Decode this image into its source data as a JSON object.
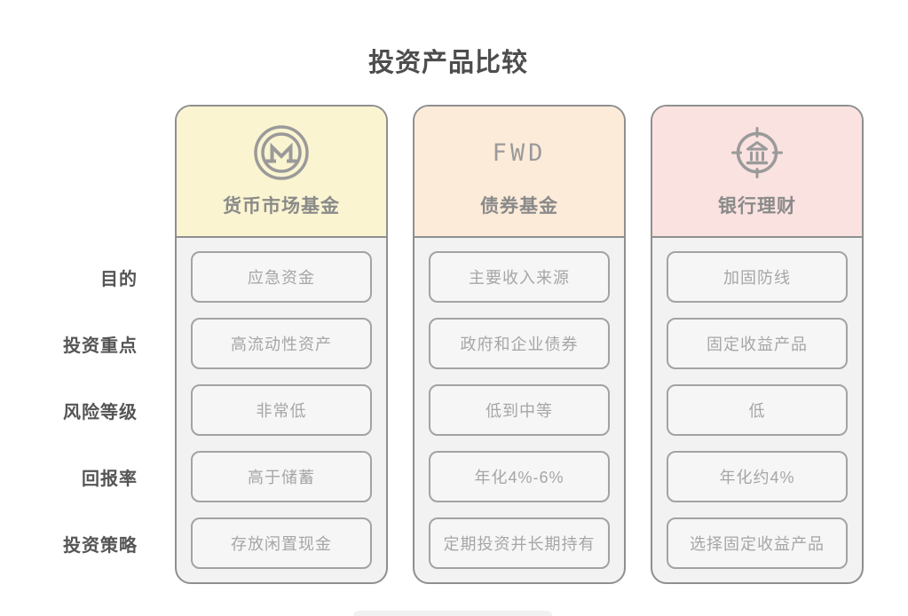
{
  "title": "投资产品比较",
  "row_labels": [
    "目的",
    "投资重点",
    "风险等级",
    "回报率",
    "投资策略"
  ],
  "products": [
    {
      "name": "货币市场基金",
      "icon": "monero-circle-m-icon",
      "header_color": "#faf4d0",
      "cells": [
        "应急资金",
        "高流动性资产",
        "非常低",
        "高于储蓄",
        "存放闲置现金"
      ]
    },
    {
      "name": "债券基金",
      "icon": "fwd-logo-text",
      "icon_text": "FWD",
      "header_color": "#fcebd9",
      "cells": [
        "主要收入来源",
        "政府和企业债券",
        "低到中等",
        "年化4%-6%",
        "定期投资并长期持有"
      ]
    },
    {
      "name": "银行理财",
      "icon": "bank-target-icon",
      "header_color": "#fae2e0",
      "cells": [
        "加固防线",
        "固定收益产品",
        "低",
        "年化约4%",
        "选择固定收益产品"
      ]
    }
  ],
  "colors": {
    "card_border": "#8f8f8f",
    "cell_border": "#a3a3a3",
    "body_bg": "#f2f2f2",
    "cell_bg": "#f6f6f6",
    "title_text": "#4d4d4d",
    "row_label_text": "#555555",
    "column_title_text": "#8a8a8a",
    "cell_text": "#a6a6a6",
    "icon_stroke": "#9a9a9a"
  }
}
